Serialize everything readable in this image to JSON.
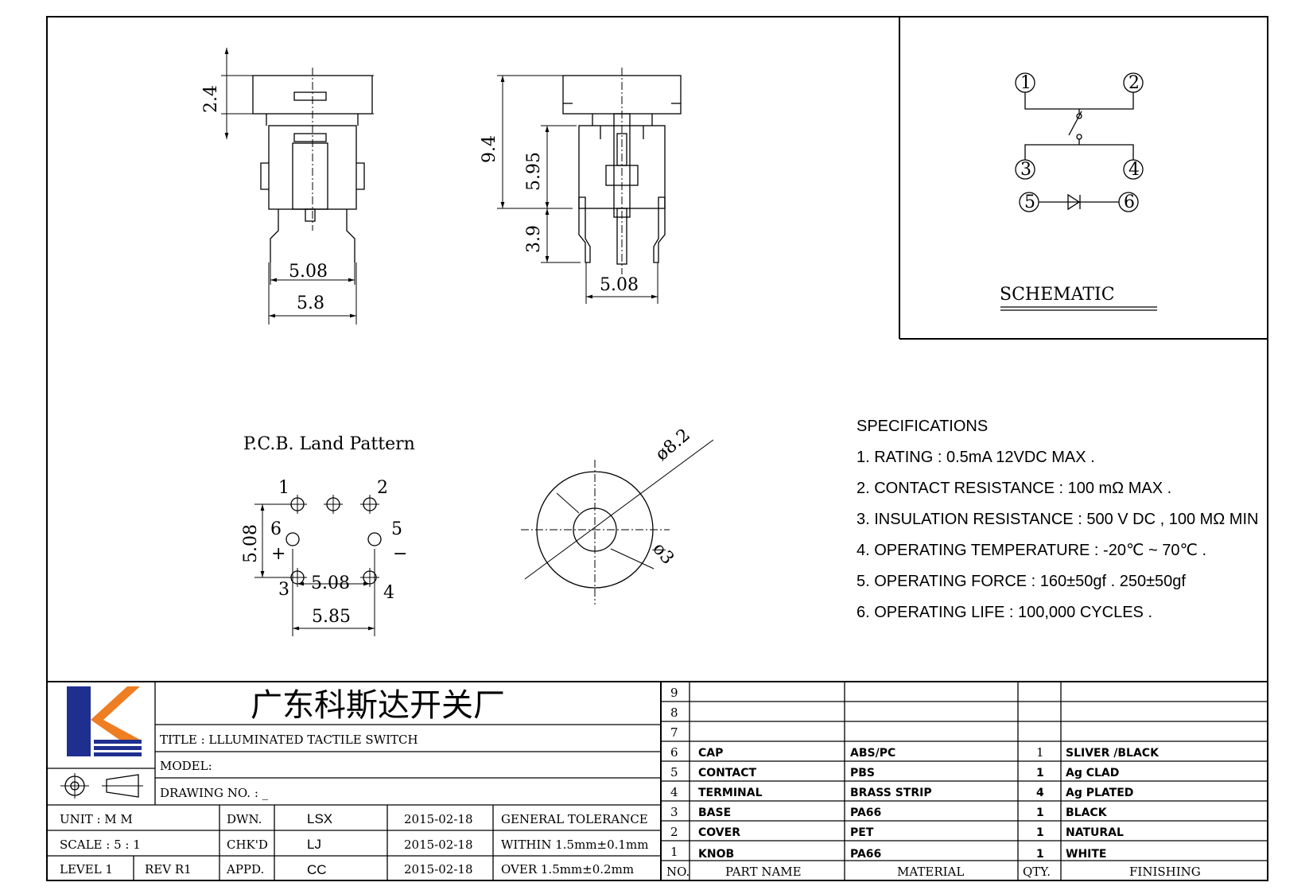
{
  "dimensions": {
    "cap_height": "2.4",
    "pin_pitch_front": "5.08",
    "body_width": "5.8",
    "total_height": "9.4",
    "body_height": "5.95",
    "pin_length": "3.9",
    "pin_pitch_side": "5.08",
    "cap_diameter": "ø8.2",
    "led_diameter": "ø3"
  },
  "pcb": {
    "title": "P.C.B. Land Pattern",
    "pin_labels": [
      "1",
      "2",
      "3",
      "4",
      "5",
      "6"
    ],
    "plus": "+",
    "minus": "−",
    "vertical_pitch": "5.08",
    "horizontal_pitch": "5.08",
    "outer_width": "5.85"
  },
  "schematic": {
    "title": "SCHEMATIC",
    "pins": [
      "1",
      "2",
      "3",
      "4",
      "5",
      "6"
    ]
  },
  "specifications": {
    "heading": "SPECIFICATIONS",
    "items": [
      "1. RATING : 0.5mA 12VDC MAX .",
      "2. CONTACT RESISTANCE : 100 mΩ MAX .",
      "3. INSULATION RESISTANCE : 500 V DC , 100 MΩ MIN",
      "4. OPERATING TEMPERATURE : -20℃ ~ 70℃ .",
      "5. OPERATING FORCE : 160±50gf . 250±50gf",
      "6. OPERATING LIFE : 100,000 CYCLES ."
    ]
  },
  "title_block": {
    "company": "广东科斯达开关厂",
    "title": "TITLE :  LLLUMINATED TACTILE SWITCH",
    "model": "MODEL:",
    "drawing_no": "DRAWING NO.  : _",
    "unit_label": "UNIT    :   M M",
    "scale_label": "SCALE  :  5 : 1",
    "level_label": "LEVEL 1",
    "rev_label": "REV  R1",
    "dwn_label": "DWN.",
    "chk_label": "CHK'D",
    "appd_label": "APPD.",
    "dwn_name": "LSX",
    "chk_name": "LJ",
    "appd_name": "CC",
    "dwn_date": "2015-02-18",
    "chk_date": "2015-02-18",
    "appd_date": "2015-02-18",
    "tol_title": "GENERAL TOLERANCE",
    "tol_within": "WITHIN 1.5mm±0.1mm",
    "tol_over": "OVER   1.5mm±0.2mm",
    "logo_colors": {
      "blue": "#1f2f8f",
      "orange": "#ef7d22"
    }
  },
  "bom": {
    "headers": [
      "NO.",
      "PART   NAME",
      "MATERIAL",
      "QTY.",
      "FINISHING"
    ],
    "rows": [
      {
        "no": "9",
        "part": "",
        "material": "",
        "qty": "",
        "finish": ""
      },
      {
        "no": "8",
        "part": "",
        "material": "",
        "qty": "",
        "finish": ""
      },
      {
        "no": "7",
        "part": "",
        "material": "",
        "qty": "",
        "finish": ""
      },
      {
        "no": "6",
        "part": "CAP",
        "material": "ABS/PC",
        "qty": "1",
        "finish": "SLIVER  /BLACK"
      },
      {
        "no": "5",
        "part": "CONTACT",
        "material": "PBS",
        "qty": "1",
        "finish": "Ag CLAD"
      },
      {
        "no": "4",
        "part": "TERMINAL",
        "material": "BRASS STRIP",
        "qty": "4",
        "finish": "Ag PLATED"
      },
      {
        "no": "3",
        "part": "BASE",
        "material": "PA66",
        "qty": "1",
        "finish": "BLACK"
      },
      {
        "no": "2",
        "part": "COVER",
        "material": "PET",
        "qty": "1",
        "finish": "NATURAL"
      },
      {
        "no": "1",
        "part": "KNOB",
        "material": "PA66",
        "qty": "1",
        "finish": "WHITE"
      }
    ]
  }
}
